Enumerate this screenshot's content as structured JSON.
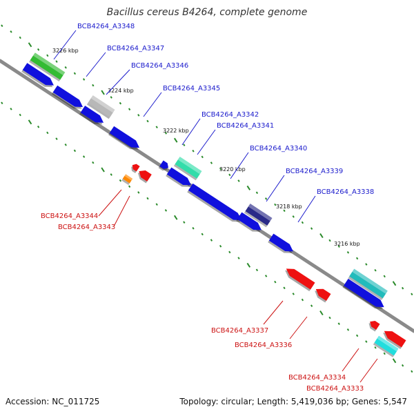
{
  "title": "Bacillus cereus B4264, complete genome",
  "footer": {
    "accession": "Accession: NC_011725",
    "summary": "Topology: circular; Length: 5,419,036 bp; Genes: 5,547"
  },
  "colors": {
    "backbone": "#8a8a8a",
    "tick": "#2a8a2a",
    "forward_label": "#1a1acc",
    "reverse_label": "#cc1111",
    "forward_gene": "#1010dd",
    "reverse_gene": "#ee1111"
  },
  "scale_labels": [
    "3226 kbp",
    "3224 kbp",
    "3222 kbp",
    "3220 kbp",
    "3218 kbp",
    "3216 kbp"
  ],
  "forward_genes": [
    {
      "name": "BCB4264_A3348",
      "color": "#1010dd"
    },
    {
      "name": "BCB4264_A3347",
      "color": "#1010dd"
    },
    {
      "name": "BCB4264_A3346",
      "color": "#1010dd"
    },
    {
      "name": "BCB4264_A3345",
      "color": "#1010dd"
    },
    {
      "name": "BCB4264_A3342",
      "color": "#1010dd"
    },
    {
      "name": "BCB4264_A3341",
      "color": "#1010dd"
    },
    {
      "name": "BCB4264_A3340",
      "color": "#1010dd"
    },
    {
      "name": "BCB4264_A3339",
      "color": "#1010dd"
    },
    {
      "name": "BCB4264_A3338",
      "color": "#1010dd"
    }
  ],
  "reverse_genes": [
    {
      "name": "BCB4264_A3344",
      "color": "#ee1111"
    },
    {
      "name": "BCB4264_A3343",
      "color": "#ee1111"
    },
    {
      "name": "BCB4264_A3337",
      "color": "#ee1111"
    },
    {
      "name": "BCB4264_A3336",
      "color": "#ee1111"
    },
    {
      "name": "BCB4264_A3334",
      "color": "#ee1111"
    },
    {
      "name": "BCB4264_A3333",
      "color": "#ee1111"
    }
  ],
  "feature_tracks": [
    {
      "name": "green-feature",
      "color": "#33bb33"
    },
    {
      "name": "gray-feature",
      "color": "#b8b8b8"
    },
    {
      "name": "teal-feature",
      "color": "#33ddaa"
    },
    {
      "name": "navy-feature",
      "color": "#2a2a88"
    },
    {
      "name": "cyan-feature-upper",
      "color": "#22bbbb"
    },
    {
      "name": "cyan-feature-lower",
      "color": "#22dddd"
    },
    {
      "name": "orange-feature",
      "color": "#ff8800"
    }
  ]
}
